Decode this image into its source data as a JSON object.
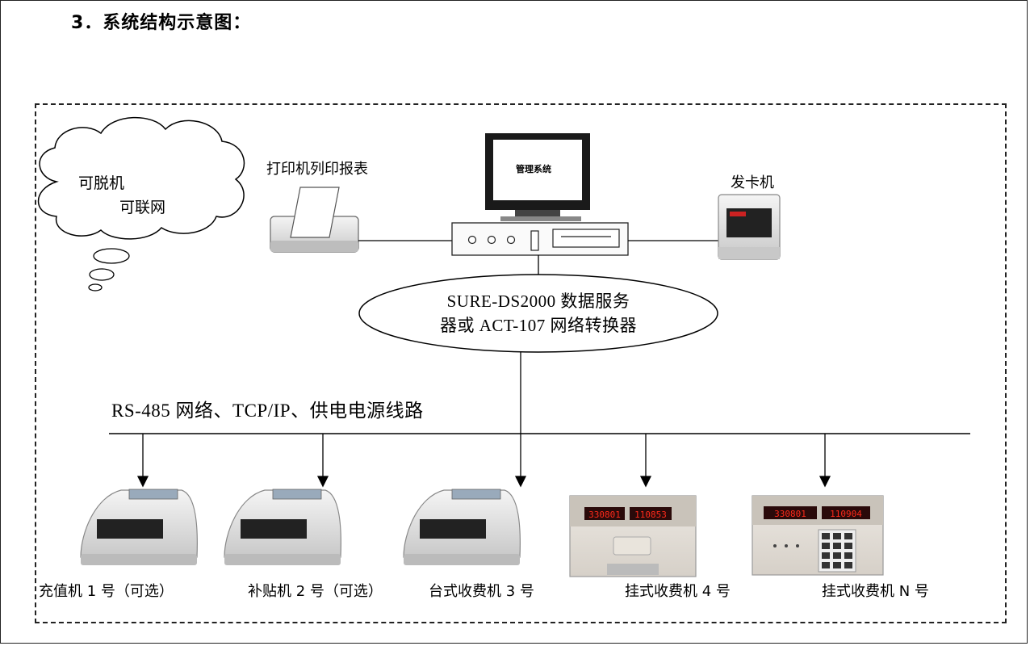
{
  "heading": "3．系统结构示意图：",
  "cloud": {
    "line1": "可脱机",
    "line2": "可联网"
  },
  "printer": {
    "label": "打印机列印报表"
  },
  "pc": {
    "screen_text": "管理系统"
  },
  "card_issuer": {
    "label": "发卡机"
  },
  "server": {
    "line1": "SURE-DS2000 数据服务",
    "line2": "器或 ACT-107 网络转换器"
  },
  "bus": {
    "label": "RS-485 网络、TCP/IP、供电电源线路"
  },
  "terminals": [
    {
      "label": "充值机 1 号（可选）",
      "type": "desktop"
    },
    {
      "label": "补贴机 2 号（可选）",
      "type": "desktop"
    },
    {
      "label": "台式收费机 3 号",
      "type": "desktop"
    },
    {
      "label": "挂式收费机 4 号",
      "type": "wall",
      "display_left": "330801",
      "display_right": "110853"
    },
    {
      "label": "挂式收费机 N 号",
      "type": "wall-keypad",
      "display_left": "330801",
      "display_right": "110904"
    }
  ],
  "colors": {
    "line": "#000000",
    "device_gray": "#d9d9d9",
    "display_red": "#ff2a1a",
    "display_bg": "#2a0a0a"
  }
}
